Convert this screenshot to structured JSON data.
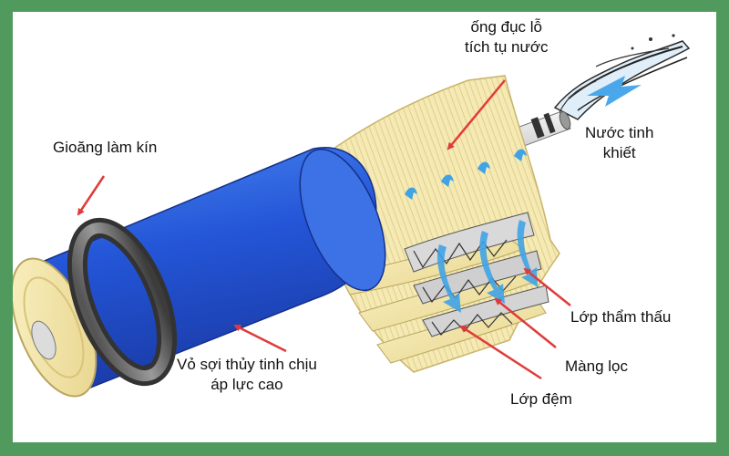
{
  "labels": {
    "gasket": "Gioăng làm kín",
    "perforated_tube_line1": "ống đục lỗ",
    "perforated_tube_line2": "tích tụ nước",
    "pure_water_line1": "Nước tinh",
    "pure_water_line2": "khiết",
    "fiberglass_line1": "Vỏ sợi thủy tinh chịu",
    "fiberglass_line2": "áp lực cao",
    "permeate_layer": "Lớp thẩm thấu",
    "membrane": "Màng lọc",
    "spacer": "Lớp đệm"
  },
  "colors": {
    "frame": "#4f9a5c",
    "housing_blue": "#2a5fd6",
    "filter_cream": "#f3e6a8",
    "arrow_red": "#e03b3b",
    "water_blue": "#3fa3e6"
  }
}
